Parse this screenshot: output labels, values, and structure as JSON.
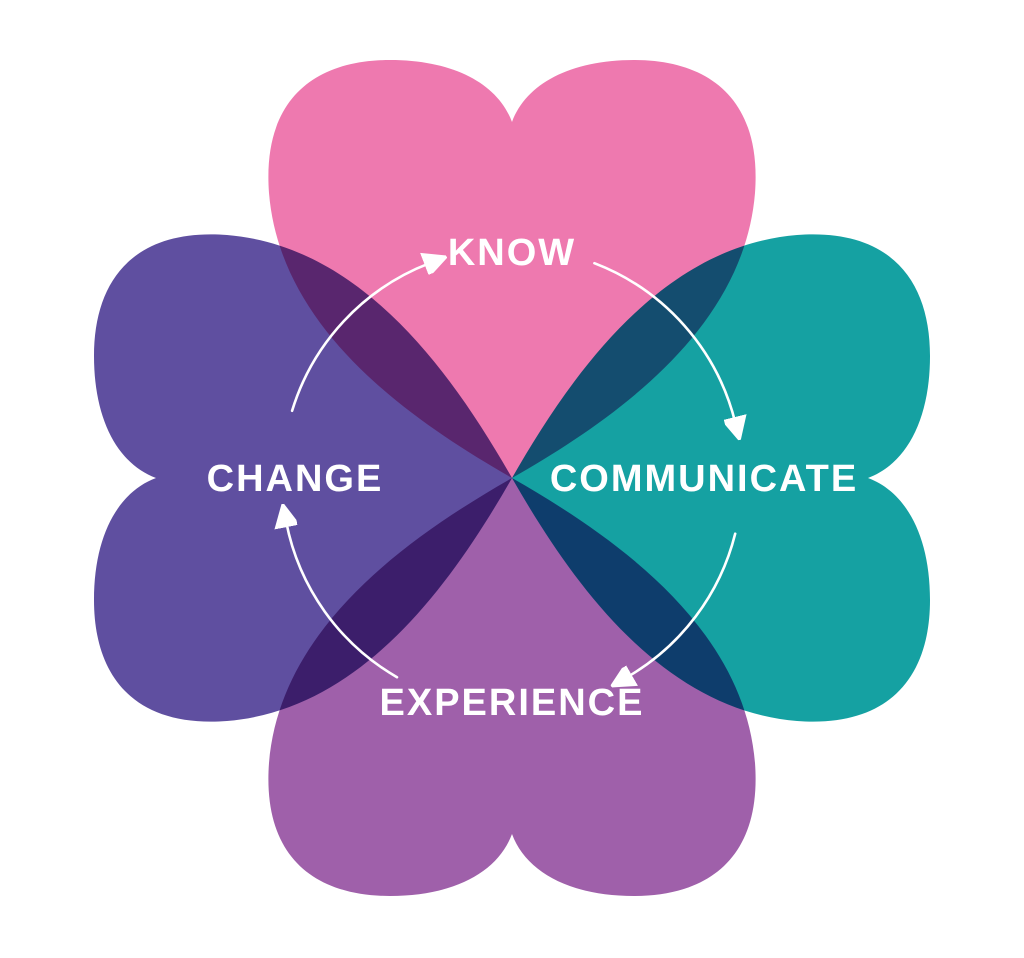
{
  "diagram": {
    "background_color": "#FFFFFF",
    "label_color": "#FFFFFF",
    "petals": [
      {
        "label": "KNOW",
        "position": "top",
        "color": "#EE79AF"
      },
      {
        "label": "COMMUNICATE",
        "position": "right",
        "color": "#15A1A2"
      },
      {
        "label": "EXPERIENCE",
        "position": "bottom",
        "color": "#9F60AA"
      },
      {
        "label": "CHANGE",
        "position": "left",
        "color": "#5F4FA0"
      }
    ],
    "overlap_colors": {
      "top_right_know_communicate": "#14486F",
      "bottom_right_communicate_experience": "#0D3D6D",
      "bottom_left_experience_change": "#3B1F65",
      "top_left_change_know": "#571F6B"
    },
    "cycle": {
      "direction": "clockwise",
      "arrow_color": "#FFFFFF",
      "arrows": [
        {
          "from": "CHANGE",
          "to": "KNOW"
        },
        {
          "from": "KNOW",
          "to": "COMMUNICATE"
        },
        {
          "from": "COMMUNICATE",
          "to": "EXPERIENCE"
        },
        {
          "from": "EXPERIENCE",
          "to": "CHANGE"
        }
      ]
    }
  }
}
